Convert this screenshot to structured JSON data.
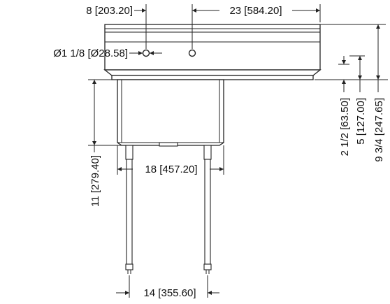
{
  "dimensions": {
    "hole_offset": "8 [203.20]",
    "overall_width": "23 [584.20]",
    "hole_diameter": "Ø1 1/8 [Ø28.58]",
    "backsplash_to_deck": "2 1/2 [63.50]",
    "deck_height": "5 [127.00]",
    "overall_height": "9 3/4 [247.65]",
    "bowl_depth": "11 [279.40]",
    "bowl_width": "18 [457.20]",
    "leg_spacing": "14 [355.60]"
  },
  "colors": {
    "line": "#222222",
    "text": "#111111",
    "background": "#ffffff"
  }
}
